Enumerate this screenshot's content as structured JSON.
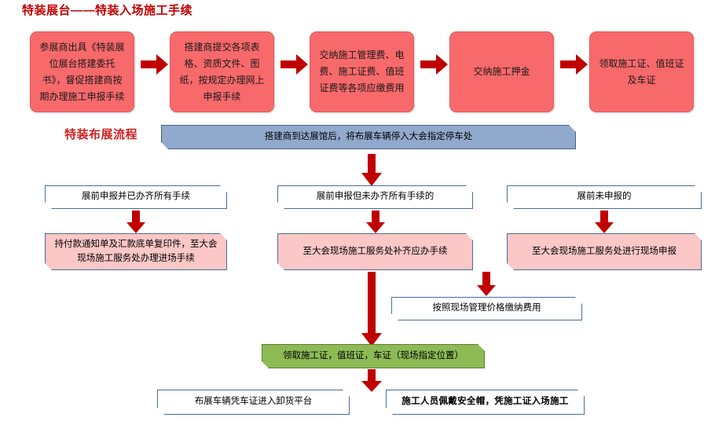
{
  "titles": {
    "main": "特装展台——特装入场施工手续",
    "sub": "特装布展流程"
  },
  "colors": {
    "title_red": "#c00000",
    "red_box_fill": "#f8696b",
    "pink_box_fill": "#fbc7c7",
    "green_box_fill": "#8dba55",
    "blue_banner_fill": "#92a9ce",
    "arrow_red": "#c00000",
    "box_border_blue": "#4a6d9e"
  },
  "row1": {
    "boxes": [
      {
        "id": "apply-commission",
        "text": "参展商出具《特装展位展台搭建委托书》，督促搭建商按期办理施工申报手续"
      },
      {
        "id": "submit-documents",
        "text": "搭建商提交各项表格、资质文件、图纸，按规定办理网上申报手续"
      },
      {
        "id": "pay-fees",
        "text": "交纳施工管理费、电费、施工证费、值班证费等各项应缴费用"
      },
      {
        "id": "pay-deposit",
        "text": "交纳施工押金"
      },
      {
        "id": "collect-permits",
        "text": "领取施工证、值班证及车证"
      }
    ]
  },
  "banner": {
    "text": "搭建商到达展馆后，将布展车辆停入大会指定停车处"
  },
  "row3": {
    "boxes": [
      {
        "id": "declared-complete",
        "text": "展前申报并已办齐所有手续"
      },
      {
        "id": "declared-incomplete",
        "text": "展前申报但未办齐所有手续的"
      },
      {
        "id": "not-declared",
        "text": "展前未申报的"
      }
    ]
  },
  "row4": {
    "boxes": [
      {
        "id": "entry-procedures",
        "text": "持付款通知单及汇款底单复印件，至大会现场施工服务处办理进场手续"
      },
      {
        "id": "complete-procedures",
        "text": "至大会现场施工服务处补齐应办手续"
      },
      {
        "id": "onsite-declaration",
        "text": "至大会现场施工服务处进行现场申报"
      }
    ]
  },
  "row5": {
    "onsite_fee": {
      "id": "onsite-fee",
      "text": "按照现场管理价格缴纳费用"
    }
  },
  "row6": {
    "green": {
      "id": "collect-permits-onsite",
      "text": "领取施工证，值班证，车证（现场指定位置）"
    }
  },
  "row7": {
    "boxes": [
      {
        "id": "vehicle-unloading",
        "text": "布展车辆凭车证进入卸货平台",
        "bold": false
      },
      {
        "id": "safety-helmet",
        "text": "施工人员佩戴安全帽，凭施工证入场施工",
        "bold": true
      }
    ]
  },
  "icons": {
    "arrow_right": "arrow-right-icon",
    "arrow_down": "arrow-down-icon"
  }
}
